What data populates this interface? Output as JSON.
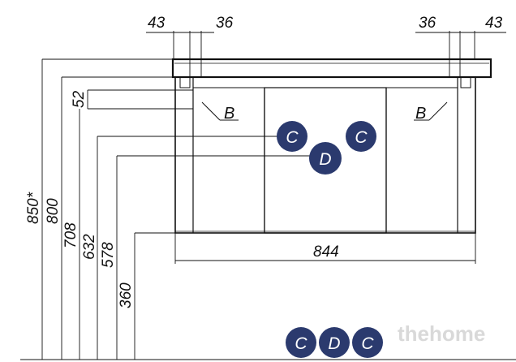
{
  "dimensions": {
    "top_left_43": "43",
    "top_left_36": "36",
    "top_right_36": "36",
    "top_right_43": "43",
    "v_850": "850*",
    "v_800": "800",
    "v_708": "708",
    "v_632": "632",
    "v_578": "578",
    "v_360": "360",
    "v_52": "52",
    "width_844": "844"
  },
  "labels": {
    "b_left": "B",
    "b_right": "B",
    "c1": "C",
    "c2": "C",
    "d": "D"
  },
  "footer_badges": [
    "C",
    "D",
    "C"
  ],
  "watermark": "thehome",
  "colors": {
    "line": "#111111",
    "badge": "#2b3a6e",
    "watermark": "#d9d9d9"
  }
}
